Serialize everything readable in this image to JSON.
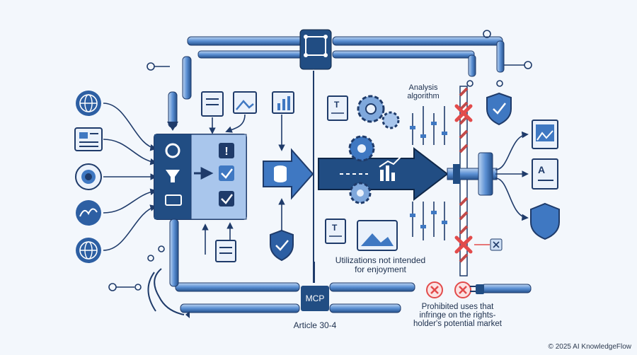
{
  "labels": {
    "analysis": "Analysis\nalgorithm",
    "utilizations": "Utilizations not intended\nfor enjoyment",
    "prohibited": "Prohibited uses that\ninfringe on the rights-\nholder's potential market",
    "article": "Article 30-4",
    "mcp": "MCP"
  },
  "footer": {
    "copyright": "© 2025 AI KnowledgeFlow"
  },
  "colors": {
    "dark": "#1f3b6a",
    "mid": "#3f78c2",
    "light": "#a9c6ec",
    "accent": "#e24b4b"
  },
  "icons": {
    "inputs": [
      "globe-icon",
      "document-icon",
      "target-icon",
      "chart-circle-icon",
      "globe-icon"
    ],
    "processor": [
      "gear-icon",
      "funnel-icon",
      "calendar-icon",
      "alert-icon",
      "check-icon",
      "check-icon"
    ],
    "outputs": [
      "shield-check-icon",
      "image-icon",
      "text-document-icon",
      "shield-icon"
    ]
  }
}
